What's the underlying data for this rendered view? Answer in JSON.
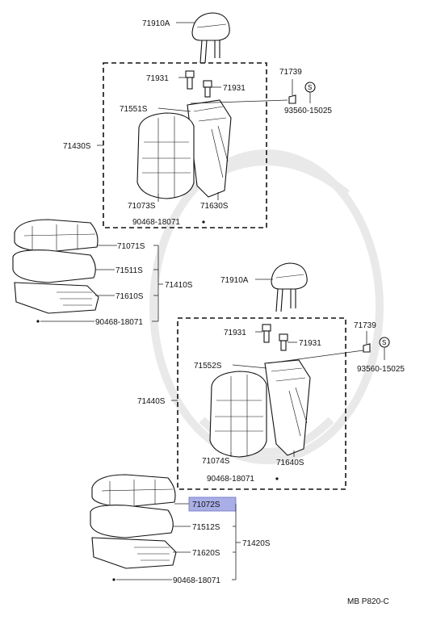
{
  "callouts": {
    "headrest_front": "71910A",
    "holder_front_a": "71931",
    "holder_front_b": "71931",
    "clip_front": "71739",
    "screw_front": "93560-15025",
    "spring_front": "71551S",
    "back_assy_front": "71430S",
    "back_cover_front": "71073S",
    "back_frame_front": "71630S",
    "hogring_back_front": "90468-18071",
    "cushion_cover_front": "71071S",
    "cushion_pad_front": "71511S",
    "cushion_frame_front": "71610S",
    "cushion_assy_front": "71410S",
    "hogring_cushion_front": "90468-18071",
    "headrest_rear": "71910A",
    "holder_rear_a": "71931",
    "holder_rear_b": "71931",
    "clip_rear": "71739",
    "screw_rear": "93560-15025",
    "spring_rear": "71552S",
    "back_assy_rear": "71440S",
    "back_cover_rear": "71074S",
    "back_frame_rear": "71640S",
    "hogring_back_rear": "90468-18071",
    "cushion_cover_rear": "71072S",
    "cushion_pad_rear": "71512S",
    "cushion_frame_rear": "71620S",
    "cushion_assy_rear": "71420S",
    "hogring_cushion_rear": "90468-18071"
  },
  "highlight_color": "#a9aee6",
  "diagram_code": "MB P820-C"
}
